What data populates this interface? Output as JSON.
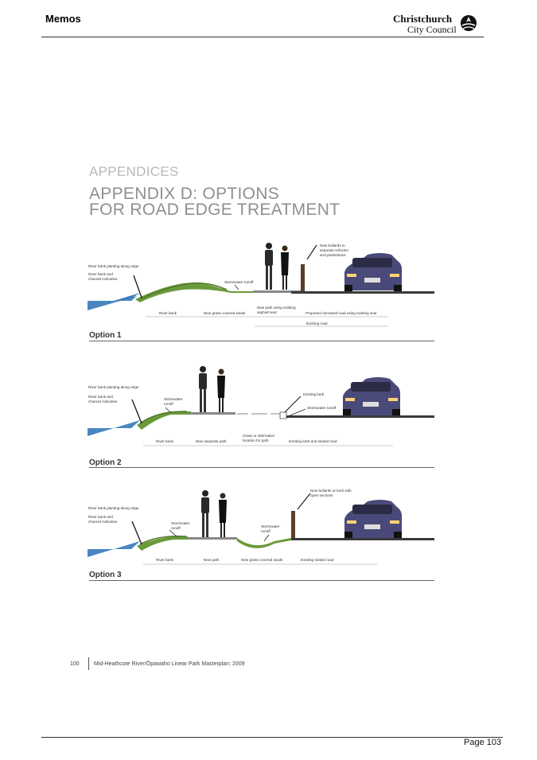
{
  "header": {
    "title": "Memos",
    "logo_line1": "Christchurch",
    "logo_line2": "City Council"
  },
  "doc": {
    "section": "APPENDICES",
    "title_line1": "APPENDIX D: OPTIONS",
    "title_line2": "FOR ROAD EDGE TREATMENT"
  },
  "options": [
    {
      "title": "Option 1",
      "labels": {
        "river_planting": "River bank planting along edge",
        "river_channel_1": "River bank and",
        "river_channel_2": "channel indicative",
        "stormwater": "Stormwater runoff",
        "bollards_1": "New bollards to",
        "bollards_2": "separate vehicles",
        "bollards_3": "and pedestrians",
        "river_bank": "River bank",
        "swale": "New grass covered swale",
        "path_1": "New path using existing",
        "path_2": "asphalt seal",
        "road": "Proposed narrowed road using existing seal",
        "existing_road": "Existing road"
      }
    },
    {
      "title": "Option 2",
      "labels": {
        "river_planting": "River bank planting along edge",
        "river_channel_1": "River bank and",
        "river_channel_2": "channel indicative",
        "stormwater_1": "Stormwater",
        "stormwater_2": "runoff",
        "kerb": "Existing kerb",
        "kerb_runoff": "Stormwater runoff",
        "river_bank": "River bank",
        "path": "New separate path",
        "grass_1": "Grass or alternative",
        "grass_2": "location for path",
        "road": "Existing kerb and sealed road"
      }
    },
    {
      "title": "Option 3",
      "labels": {
        "river_planting": "River bank planting along edge",
        "river_channel_1": "River bank and",
        "river_channel_2": "channel indicative",
        "stormwater_1": "Stormwater",
        "stormwater_2": "runoff",
        "stormwater_b1": "Stormwater",
        "stormwater_b2": "runoff",
        "bollards_1": "New bollards or kerb with",
        "bollards_2": "open sections",
        "river_bank": "River bank",
        "path": "New path",
        "swale": "New grass covered swale",
        "road": "Existing sealed road"
      }
    }
  ],
  "footer": {
    "page_num": "100",
    "doc_title": "Mid-Heathcote River/Ōpawaho Linear Park Masterplan: 2009"
  },
  "page": {
    "number": "Page 103"
  },
  "colors": {
    "water": "#3d7bb8",
    "grass": "#6a9a3a",
    "road": "#3a3a3a",
    "car": "#4a4a7a"
  }
}
